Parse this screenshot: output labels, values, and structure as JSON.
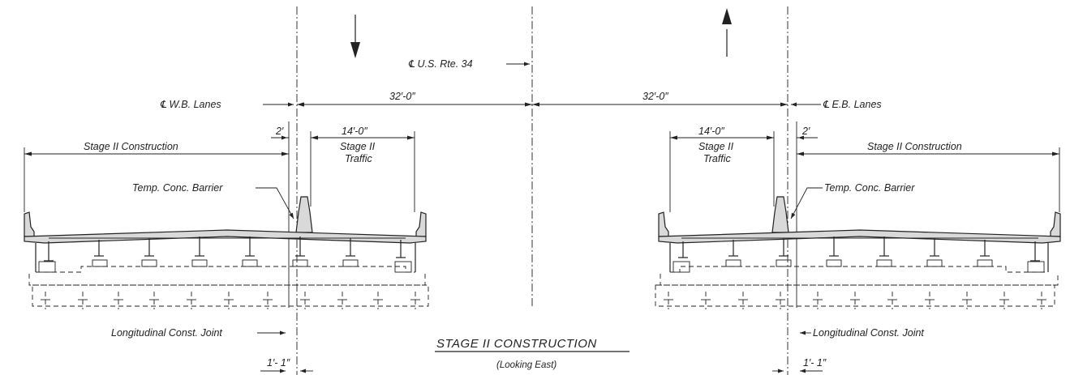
{
  "drawing": {
    "title": "STAGE II CONSTRUCTION",
    "subtitle": "(Looking East)",
    "centerline_label": "℄ U.S. Rte. 34",
    "wb_label": "℄ W.B. Lanes",
    "eb_label": "℄ E.B. Lanes",
    "dim_32_left": "32′-0″",
    "dim_32_right": "32′-0″",
    "dim_2_left": "2′",
    "dim_2_right": "2′",
    "dim_14_left": "14′-0″",
    "dim_14_right": "14′-0″",
    "stage_traffic_left_1": "Stage II",
    "stage_traffic_left_2": "Traffic",
    "stage_traffic_right_1": "Stage II",
    "stage_traffic_right_2": "Traffic",
    "stage_construction_left": "Stage II Construction",
    "stage_construction_right": "Stage II Construction",
    "barrier_left": "Temp. Conc. Barrier",
    "barrier_right": "Temp. Conc. Barrier",
    "joint_left": "Longitudinal Const. Joint",
    "joint_right": "Longitudinal Const. Joint",
    "dim_1_1_left": "1′- 1″",
    "dim_1_1_right": "1′- 1″"
  }
}
